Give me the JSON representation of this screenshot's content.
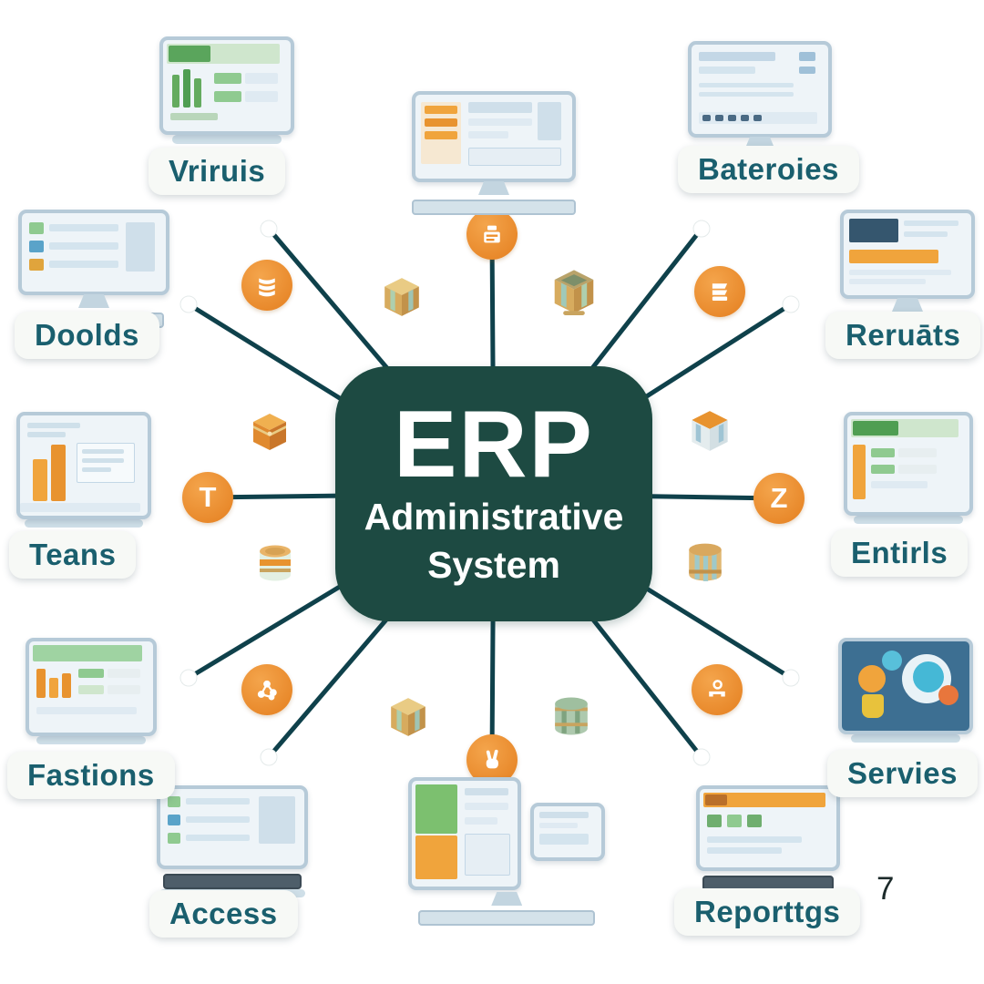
{
  "center": {
    "acronym": "ERP",
    "line2": "Administrative",
    "line3": "System"
  },
  "nodes": [
    {
      "label": "Vriruis"
    },
    {
      "label": "Bateroies"
    },
    {
      "label": "Doolds"
    },
    {
      "label": "Reruāts"
    },
    {
      "label": "Teans"
    },
    {
      "label": "Entirls"
    },
    {
      "label": "Fastions"
    },
    {
      "label": "Servies"
    },
    {
      "label": "Access"
    },
    {
      "label": "Reporttgs"
    }
  ],
  "hub_letters": {
    "left": "T",
    "right": "Z"
  },
  "page_number": "7",
  "colors": {
    "center_bg": "#1d4a42",
    "spoke": "#0f414b",
    "hub_orange": "#ee8f2d",
    "label_text": "#1a5f6e",
    "pill_bg": "#f7f9f6"
  },
  "icons": {
    "hub_top": "printer-icon",
    "hub_upper_left": "database-icon",
    "hub_upper_right": "documents-icon",
    "hub_left": "letter-t-badge",
    "hub_right": "letter-z-badge",
    "hub_lower_left": "molecule-icon",
    "hub_lower_right": "workstation-icon",
    "hub_bottom": "hand-icon",
    "props": [
      "crate",
      "open-box",
      "chest",
      "cube",
      "jar",
      "barrel",
      "crate",
      "green-barrel"
    ]
  }
}
